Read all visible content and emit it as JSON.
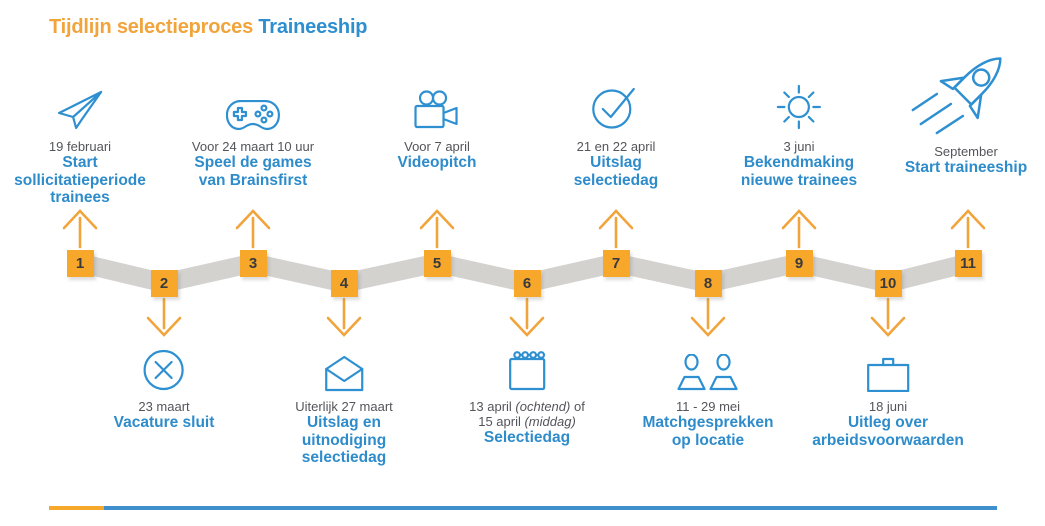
{
  "title": {
    "part1": "Tijdlijn selectieproces",
    "part2": "Traineeship"
  },
  "palette": {
    "orange": "#F5A82A",
    "blue": "#2E8FD0",
    "band_gray": "#D4D2CF",
    "date_gray": "#54555A"
  },
  "items": [
    {
      "number": "1",
      "position": "top",
      "icon": "paper-plane-icon",
      "date": "19 februari",
      "label_lines": [
        "Start",
        "sollicitatieperiode",
        "trainees"
      ]
    },
    {
      "number": "2",
      "position": "bottom",
      "icon": "cross-circle-icon",
      "date": "23 maart",
      "label_lines": [
        "Vacature sluit"
      ]
    },
    {
      "number": "3",
      "position": "top",
      "icon": "game-controller-icon",
      "date": "Voor 24 maart 10 uur",
      "label_lines": [
        "Speel de games",
        "van Brainsfirst"
      ]
    },
    {
      "number": "4",
      "position": "bottom",
      "icon": "envelope-icon",
      "date": "Uiterlijk 27 maart",
      "label_lines": [
        "Uitslag en",
        "uitnodiging",
        "selectiedag"
      ]
    },
    {
      "number": "5",
      "position": "top",
      "icon": "video-camera-icon",
      "date": "Voor 7 april",
      "label_lines": [
        "Videopitch"
      ]
    },
    {
      "number": "6",
      "position": "bottom",
      "icon": "calendar-icon",
      "date_parts": {
        "line1_pre": "13 april ",
        "line1_italic": "(ochtend)",
        "line1_post": " of",
        "line2_pre": "15 april ",
        "line2_italic": "(middag)"
      },
      "label_lines": [
        "Selectiedag"
      ]
    },
    {
      "number": "7",
      "position": "top",
      "icon": "check-circle-icon",
      "date": "21 en 22 april",
      "label_lines": [
        "Uitslag",
        "selectiedag"
      ]
    },
    {
      "number": "8",
      "position": "bottom",
      "icon": "two-people-icon",
      "date": "11 - 29 mei",
      "label_lines": [
        "Matchgesprekken",
        "op locatie"
      ]
    },
    {
      "number": "9",
      "position": "top",
      "icon": "sun-icon",
      "date": "3 juni",
      "label_lines": [
        "Bekendmaking",
        "nieuwe trainees"
      ]
    },
    {
      "number": "10",
      "position": "bottom",
      "icon": "briefcase-icon",
      "date": "18 juni",
      "label_lines": [
        "Uitleg over",
        "arbeidsvoorwaarden"
      ]
    },
    {
      "number": "11",
      "position": "top",
      "icon": "rocket-icon",
      "date": "September",
      "label_lines": [
        "Start traineeship"
      ]
    }
  ]
}
